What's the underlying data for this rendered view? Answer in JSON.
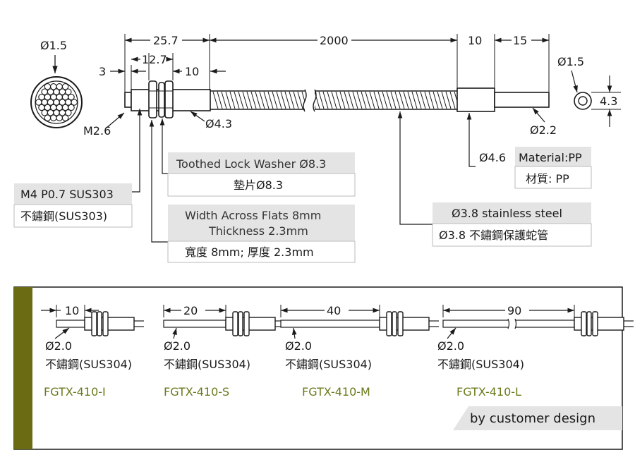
{
  "colors": {
    "accent_bar": "#6b6b14",
    "label_bg": "#e4e4e4",
    "model_text": "#6a7a1c",
    "line": "#1a1a1a"
  },
  "top_view": {
    "core_dia": "Ø1.5",
    "m26": "M2.6",
    "dims": {
      "d3": "3",
      "d25_7": "25.7",
      "d12_7": "12.7",
      "d10": "10",
      "d2000": "2000",
      "d10b": "10",
      "d15": "15"
    },
    "dia_4_3": "Ø4.3",
    "dia_2_2": "Ø2.2",
    "tip_dia": "Ø1.5",
    "tip_height": "4.3"
  },
  "callouts": {
    "washer_en": "Toothed Lock Washer Ø8.3",
    "washer_zh": "墊片Ø8.3",
    "thread_en": "M4 P0.7 SUS303",
    "thread_zh": "不鏽鋼(SUS303)",
    "nut_en_line1": "Width Across Flats 8mm",
    "nut_en_line2": "Thickness 2.3mm",
    "nut_zh": "寬度 8mm; 厚度 2.3mm",
    "tube_dia": "Ø4.6",
    "material_en": "Material:PP",
    "material_zh": "材質: PP",
    "hose_en": "Ø3.8 stainless steel",
    "hose_zh": "Ø3.8 不鏽鋼保護蛇管"
  },
  "variants": [
    {
      "length": "10",
      "dia": "Ø2.0",
      "material": "不鏽鋼(SUS304)",
      "model": "FGTX-410-I"
    },
    {
      "length": "20",
      "dia": "Ø2.0",
      "material": "不鏽鋼(SUS304)",
      "model": "FGTX-410-S"
    },
    {
      "length": "40",
      "dia": "Ø2.0",
      "material": "不鏽鋼(SUS304)",
      "model": "FGTX-410-M"
    },
    {
      "length": "90",
      "dia": "Ø2.0",
      "material": "不鏽鋼(SUS304)",
      "model": "FGTX-410-L"
    }
  ],
  "footer_note": "by customer design"
}
